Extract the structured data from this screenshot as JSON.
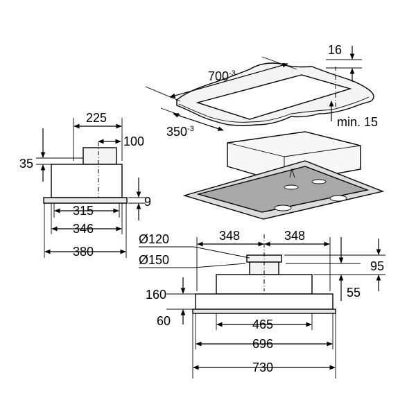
{
  "dimensions": {
    "cutout_length": "700",
    "cutout_length_tol": "-3",
    "cutout_width": "350",
    "cutout_width_tol": "-3",
    "panel_thickness": "16",
    "min_panel": "min. 15",
    "side_top_width": "225",
    "side_duct_offset": "100",
    "side_top_height": "35",
    "side_frame_height": "9",
    "side_inner": "315",
    "side_body": "346",
    "side_outer": "380",
    "front_left_half": "348",
    "front_right_half": "348",
    "duct_d120": "Ø120",
    "duct_d150": "Ø150",
    "front_body_height": "160",
    "front_lower_height": "60",
    "front_total_height": "95",
    "front_frame_height": "55",
    "front_inner": "465",
    "front_body": "696",
    "front_outer": "730"
  }
}
